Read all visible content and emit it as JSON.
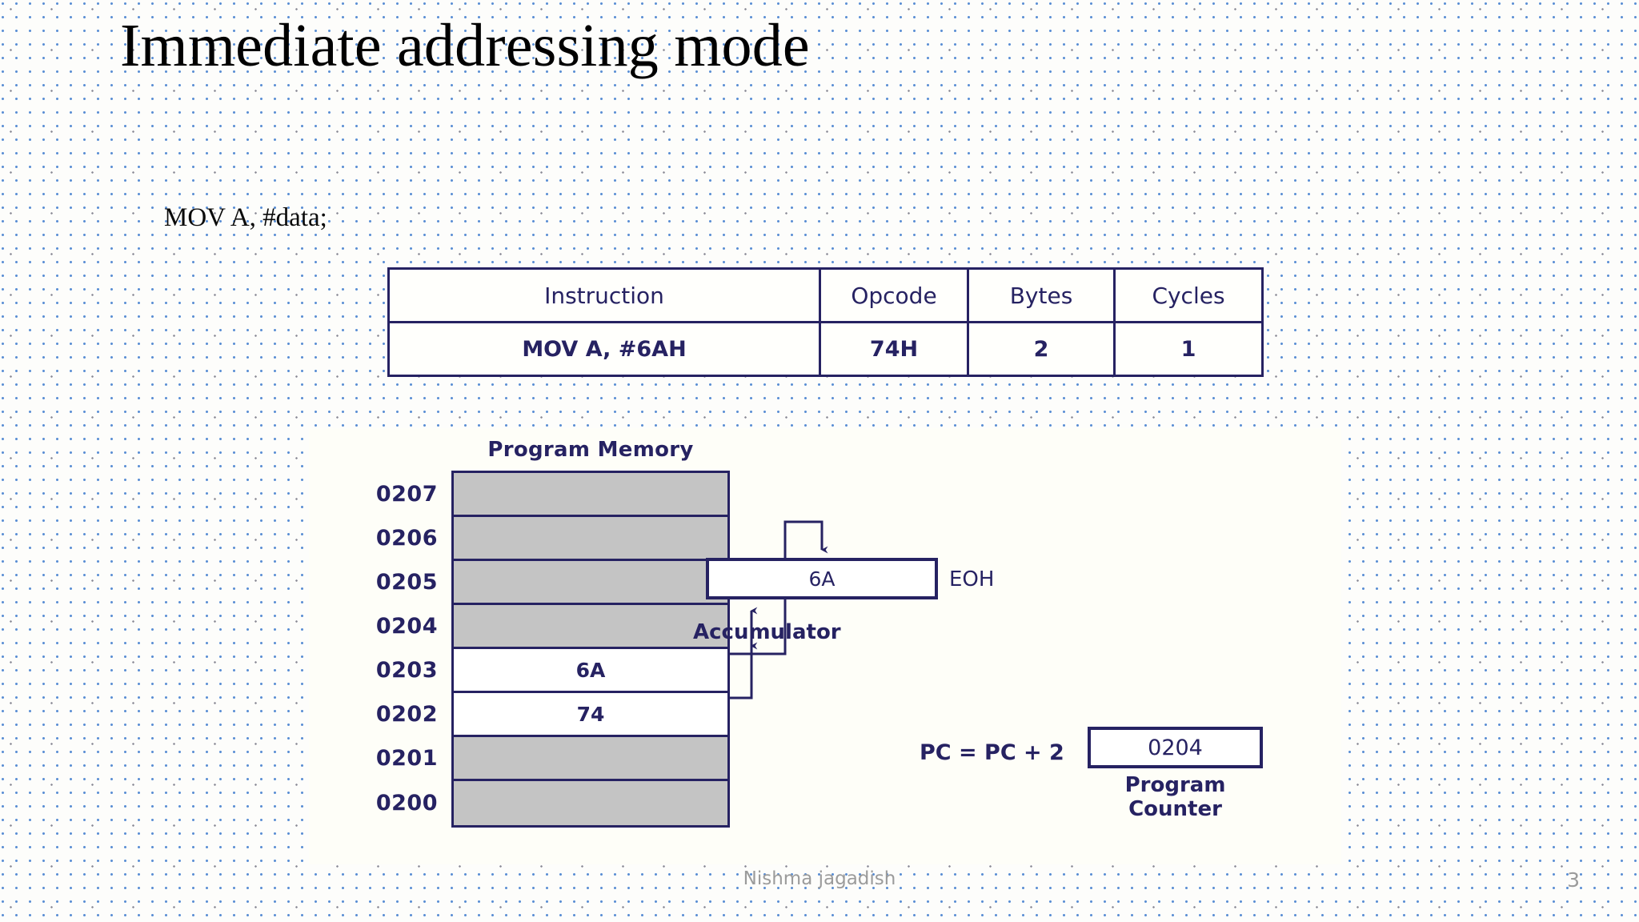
{
  "slide": {
    "title": "Immediate addressing mode",
    "syntax_line": "MOV A, #data;",
    "page_number": "3",
    "footer_name": "Nishma jagadish",
    "colors": {
      "ink_navy": "#262262",
      "title_black": "#000000",
      "footer_gray": "#9b9b9b",
      "memory_gray": "#c4c4c4",
      "dot_blue": "#5b8fd4"
    }
  },
  "instruction_table": {
    "headers": [
      "Instruction",
      "Opcode",
      "Bytes",
      "Cycles"
    ],
    "rows": [
      [
        "MOV A, #6AH",
        "74H",
        "2",
        "1"
      ]
    ]
  },
  "diagram": {
    "program_memory_label": "Program Memory",
    "memory_rows": [
      {
        "address": "0207",
        "value": "",
        "filled": false
      },
      {
        "address": "0206",
        "value": "",
        "filled": false
      },
      {
        "address": "0205",
        "value": "",
        "filled": false
      },
      {
        "address": "0204",
        "value": "",
        "filled": false
      },
      {
        "address": "0203",
        "value": "6A",
        "filled": true
      },
      {
        "address": "0202",
        "value": "74",
        "filled": true
      },
      {
        "address": "0201",
        "value": "",
        "filled": false
      },
      {
        "address": "0200",
        "value": "",
        "filled": false
      }
    ],
    "accumulator": {
      "value": "6A",
      "label": "Accumulator",
      "side_label": "EOH"
    },
    "program_counter": {
      "expression": "PC = PC + 2",
      "value": "0204",
      "label": "Program Counter"
    }
  }
}
